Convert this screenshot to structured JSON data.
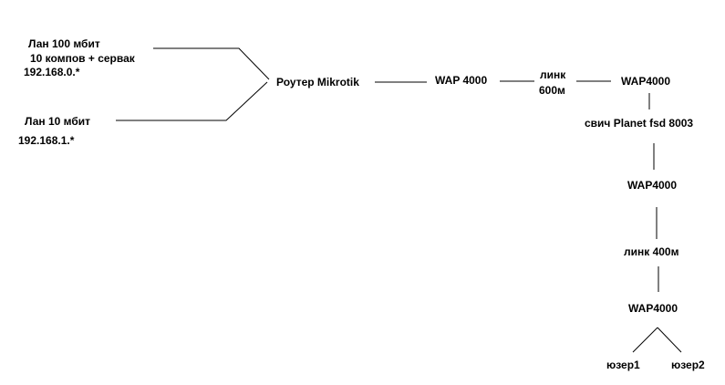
{
  "nodes": {
    "lan100_line1": "Лан 100 мбит",
    "lan100_line2": "10 компов + сервак",
    "lan100_ip": "192.168.0.*",
    "lan10_line1": "Лан 10 мбит",
    "lan10_ip": "192.168.1.*",
    "router": "Роутер Mikrotik",
    "wap1": "WAP 4000",
    "link600_line1": "линк",
    "link600_line2": "600м",
    "wap2": "WAP4000",
    "switch": "свич Planet fsd 8003",
    "wap3": "WAP4000",
    "link400": "линк 400м",
    "wap4": "WAP4000",
    "user1": "юзер1",
    "user2": "юзер2"
  }
}
